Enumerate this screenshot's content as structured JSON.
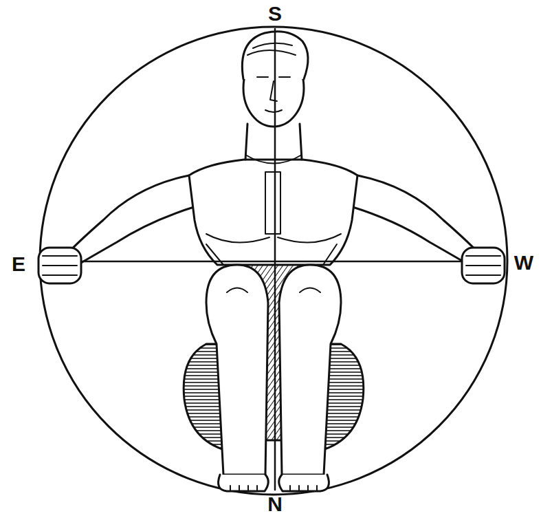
{
  "diagram": {
    "labels": [
      "S",
      "E",
      "W",
      "N"
    ]
  }
}
